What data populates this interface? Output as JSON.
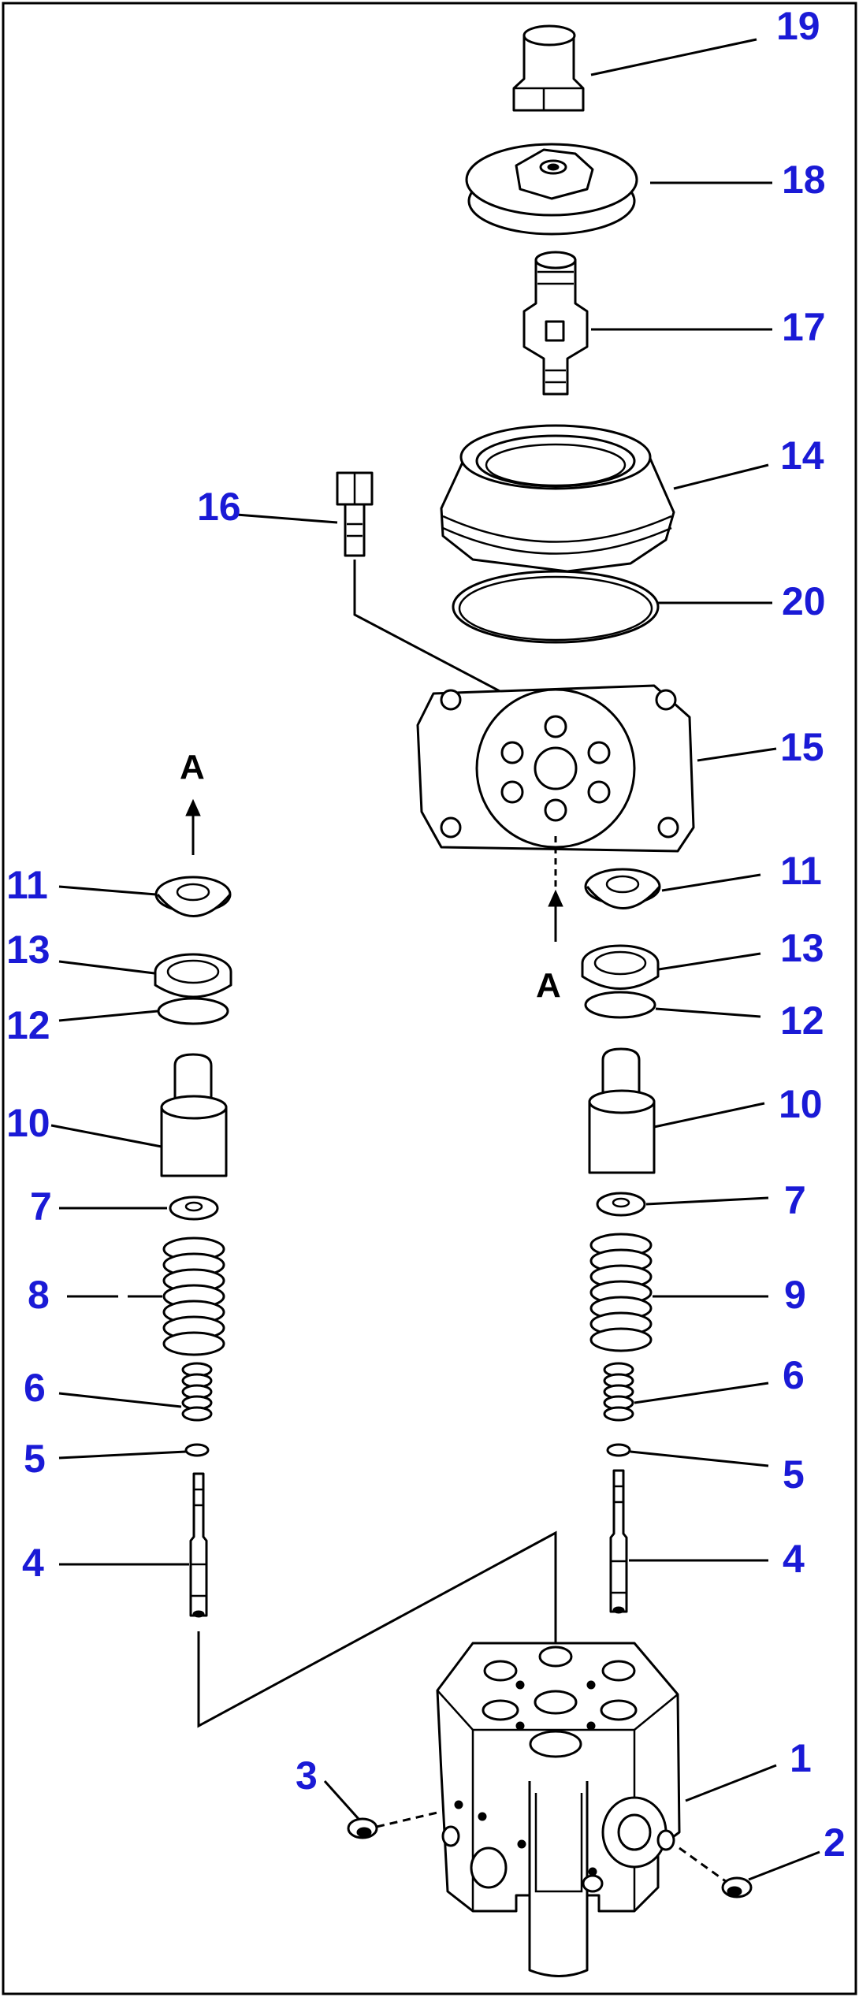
{
  "diagram": {
    "section_marker": "A",
    "callouts": {
      "c19": "19",
      "c18": "18",
      "c17": "17",
      "c16": "16",
      "c14": "14",
      "c20": "20",
      "c15": "15",
      "c11_left": "11",
      "c13_left": "13",
      "c12_left": "12",
      "c10_left": "10",
      "c7_left": "7",
      "c8": "8",
      "c6_left": "6",
      "c5_left": "5",
      "c4_left": "4",
      "c11_right": "11",
      "c13_right": "13",
      "c12_right": "12",
      "c10_right": "10",
      "c7_right": "7",
      "c9": "9",
      "c6_right": "6",
      "c5_right": "5",
      "c4_right": "4",
      "c1": "1",
      "c2": "2",
      "c3": "3"
    }
  }
}
